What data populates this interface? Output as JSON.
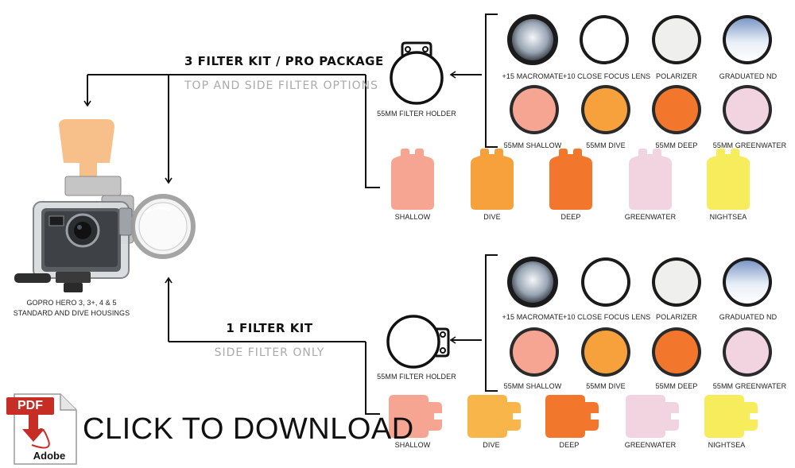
{
  "colors": {
    "shallow": "#f7a593",
    "dive": "#f7a13c",
    "deep": "#f2772c",
    "greenwater": "#f2d3e0",
    "nightsea": "#f7ec5c",
    "line": "#111111",
    "pdf_red": "#c62d24"
  },
  "camera": {
    "label_line1": "GOPRO HERO 3, 3+, 4 & 5",
    "label_line2": "STANDARD AND DIVE HOUSINGS"
  },
  "top_kit": {
    "title": "3 FILTER KIT / PRO PACKAGE",
    "subtitle": "TOP AND SIDE FILTER OPTIONS",
    "holder_label": "55MM FILTER HOLDER",
    "lens_row1": [
      "+15 MACROMATE",
      "+10 CLOSE FOCUS LENS",
      "POLARIZER",
      "GRADUATED ND"
    ],
    "lens_row2": [
      "55MM SHALLOW",
      "55MM DIVE",
      "55MM DEEP",
      "55MM GREENWATER"
    ],
    "flip_filters": [
      "SHALLOW",
      "DIVE",
      "DEEP",
      "GREENWATER",
      "NIGHTSEA"
    ]
  },
  "bottom_kit": {
    "title": "1 FILTER KIT",
    "subtitle": "SIDE FILTER ONLY",
    "holder_label": "55MM FILTER HOLDER",
    "lens_row1": [
      "+15 MACROMATE",
      "+10 CLOSE FOCUS LENS",
      "POLARIZER",
      "GRADUATED ND"
    ],
    "lens_row2": [
      "55MM SHALLOW",
      "55MM DIVE",
      "55MM DEEP",
      "55MM GREENWATER"
    ],
    "flip_filters": [
      "SHALLOW",
      "DIVE",
      "DEEP",
      "GREENWATER",
      "NIGHTSEA"
    ]
  },
  "download": {
    "pdf_badge": "PDF",
    "adobe_label": "Adobe",
    "cta_text": "CLICK TO DOWNLOAD"
  }
}
